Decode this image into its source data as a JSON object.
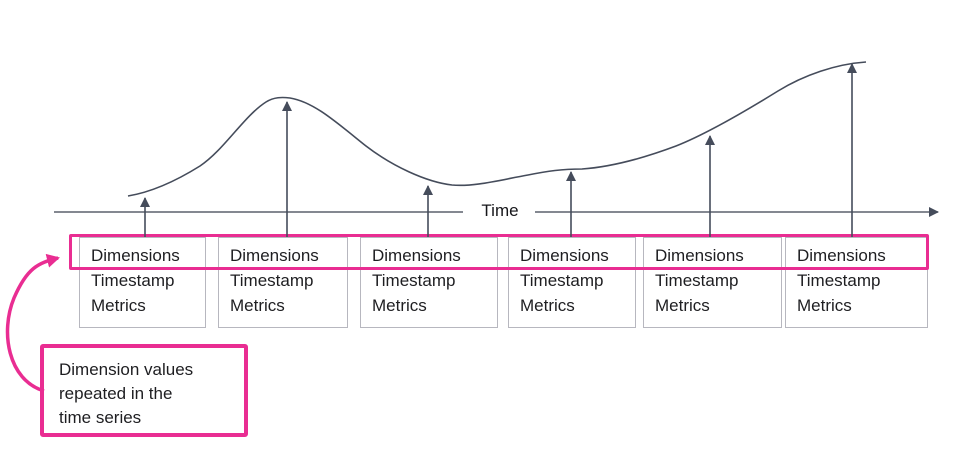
{
  "colors": {
    "pink": "#e92d92",
    "line": "#454c5b",
    "axis": "#5b616d",
    "box_border": "#b7b7bf",
    "text": "#1e1e21",
    "bg": "#ffffff"
  },
  "diagram": {
    "axis_label": "Time",
    "records": [
      {
        "dimensions": "Dimensions",
        "timestamp": "Timestamp",
        "metrics": "Metrics"
      },
      {
        "dimensions": "Dimensions",
        "timestamp": "Timestamp",
        "metrics": "Metrics"
      },
      {
        "dimensions": "Dimensions",
        "timestamp": "Timestamp",
        "metrics": "Metrics"
      },
      {
        "dimensions": "Dimensions",
        "timestamp": "Timestamp",
        "metrics": "Metrics"
      },
      {
        "dimensions": "Dimensions",
        "timestamp": "Timestamp",
        "metrics": "Metrics"
      },
      {
        "dimensions": "Dimensions",
        "timestamp": "Timestamp",
        "metrics": "Metrics"
      }
    ],
    "callout": {
      "lines": [
        "Dimension values",
        "repeated in the",
        "time series"
      ]
    }
  }
}
